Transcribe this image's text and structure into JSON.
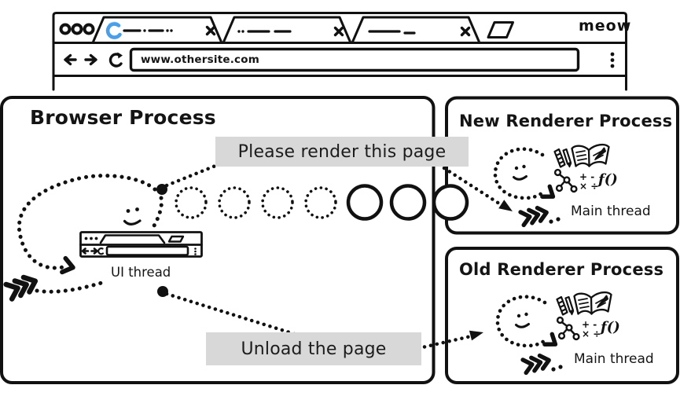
{
  "colors": {
    "ink": "#111111",
    "accent_blue": "#4a9fe8",
    "accent_blue_light": "#b9d9f4",
    "label_bg": "#d8d8d8"
  },
  "browser_window": {
    "brand_label": "meow",
    "address_bar": {
      "url": "www.othersite.com"
    },
    "icons": {
      "traffic_lights": "three-circles",
      "loading_spinner": "blue-arc",
      "tab_close": "x",
      "new_tab": "parallelogram",
      "back": "left-arrow",
      "forward": "right-arrow",
      "reload": "circular-arrow",
      "menu": "vertical-dots"
    }
  },
  "diagram": {
    "browser_process": {
      "title": "Browser Process",
      "thread_label": "UI thread"
    },
    "new_renderer_process": {
      "title": "New Renderer Process",
      "thread_label": "Main thread"
    },
    "old_renderer_process": {
      "title": "Old Renderer Process",
      "thread_label": "Main thread"
    },
    "messages": {
      "render_request": "Please render this page",
      "unload_request": "Unload the page"
    },
    "renderer_glyphs": {
      "math_row1": "+ -",
      "math_row2": "× ÷",
      "function": "f()"
    }
  }
}
